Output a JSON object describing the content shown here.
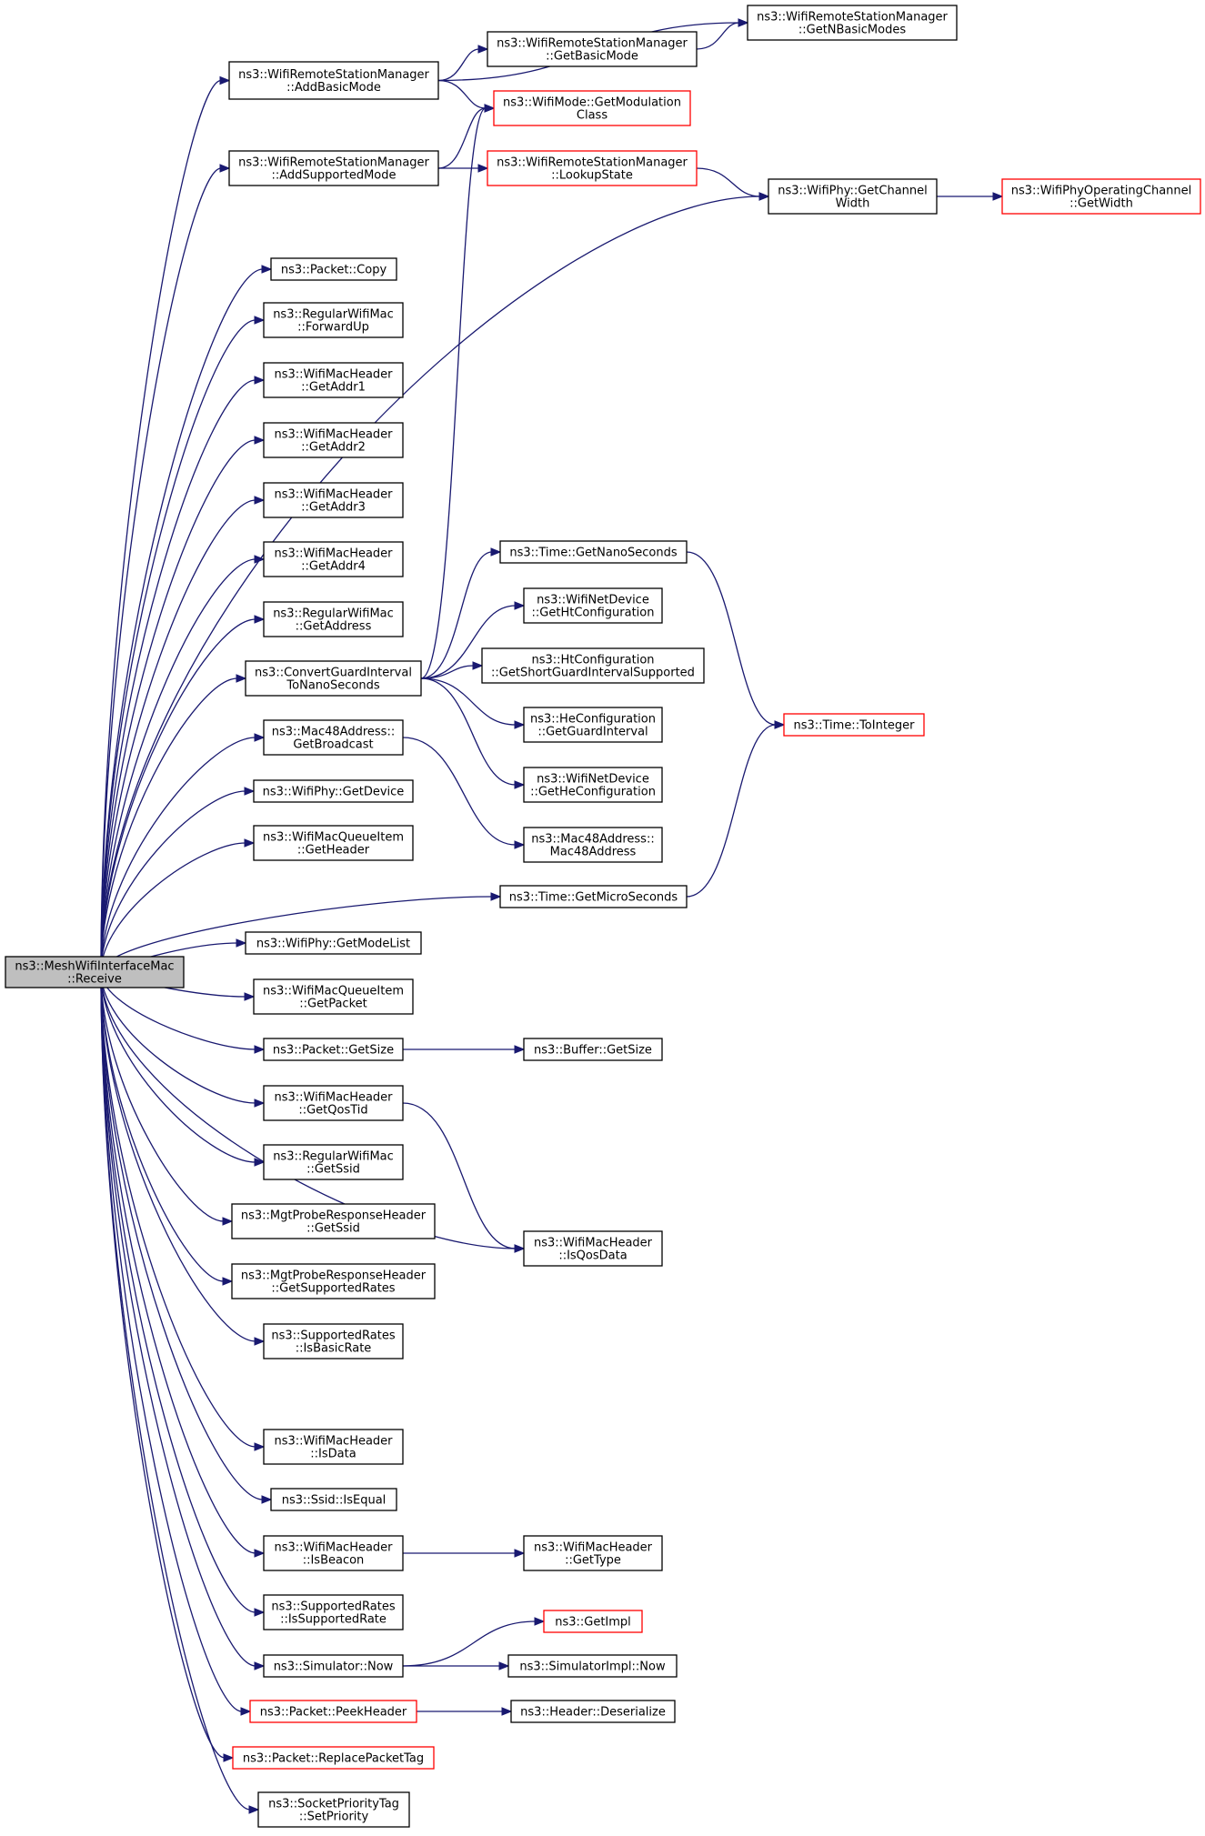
{
  "nodes": {
    "root": {
      "lines": [
        "ns3::MeshWifiInterfaceMac",
        "::Receive"
      ],
      "root": true
    },
    "addBasicMode": {
      "lines": [
        "ns3::WifiRemoteStationManager",
        "::AddBasicMode"
      ]
    },
    "addSupportedMode": {
      "lines": [
        "ns3::WifiRemoteStationManager",
        "::AddSupportedMode"
      ]
    },
    "getNBasicModes": {
      "lines": [
        "ns3::WifiRemoteStationManager",
        "::GetNBasicModes"
      ]
    },
    "getBasicMode": {
      "lines": [
        "ns3::WifiRemoteStationManager",
        "::GetBasicMode"
      ]
    },
    "getModulationClass": {
      "lines": [
        "ns3::WifiMode::GetModulation",
        "Class"
      ],
      "truncated": true
    },
    "lookupState": {
      "lines": [
        "ns3::WifiRemoteStationManager",
        "::LookupState"
      ],
      "truncated": true
    },
    "getChannelWidth": {
      "lines": [
        "ns3::WifiPhy::GetChannel",
        "Width"
      ]
    },
    "opChannelGetWidth": {
      "lines": [
        "ns3::WifiPhyOperatingChannel",
        "::GetWidth"
      ],
      "truncated": true
    },
    "packetCopy": {
      "lines": [
        "ns3::Packet::Copy"
      ]
    },
    "forwardUp": {
      "lines": [
        "ns3::RegularWifiMac",
        "::ForwardUp"
      ]
    },
    "getAddr1": {
      "lines": [
        "ns3::WifiMacHeader",
        "::GetAddr1"
      ]
    },
    "getAddr2": {
      "lines": [
        "ns3::WifiMacHeader",
        "::GetAddr2"
      ]
    },
    "getAddr3": {
      "lines": [
        "ns3::WifiMacHeader",
        "::GetAddr3"
      ]
    },
    "getAddr4": {
      "lines": [
        "ns3::WifiMacHeader",
        "::GetAddr4"
      ]
    },
    "getAddress": {
      "lines": [
        "ns3::RegularWifiMac",
        "::GetAddress"
      ]
    },
    "convertGuard": {
      "lines": [
        "ns3::ConvertGuardInterval",
        "ToNanoSeconds"
      ]
    },
    "getNanoSeconds": {
      "lines": [
        "ns3::Time::GetNanoSeconds"
      ]
    },
    "getHtConfiguration": {
      "lines": [
        "ns3::WifiNetDevice",
        "::GetHtConfiguration"
      ]
    },
    "getShortGuard": {
      "lines": [
        "ns3::HtConfiguration",
        "::GetShortGuardIntervalSupported"
      ]
    },
    "getGuardInterval": {
      "lines": [
        "ns3::HeConfiguration",
        "::GetGuardInterval"
      ]
    },
    "getHeConfiguration": {
      "lines": [
        "ns3::WifiNetDevice",
        "::GetHeConfiguration"
      ]
    },
    "toInteger": {
      "lines": [
        "ns3::Time::ToInteger"
      ],
      "truncated": true
    },
    "getBroadcast": {
      "lines": [
        "ns3::Mac48Address::",
        "GetBroadcast"
      ]
    },
    "mac48Address": {
      "lines": [
        "ns3::Mac48Address::",
        "Mac48Address"
      ]
    },
    "getDevice": {
      "lines": [
        "ns3::WifiPhy::GetDevice"
      ]
    },
    "queueItemGetHeader": {
      "lines": [
        "ns3::WifiMacQueueItem",
        "::GetHeader"
      ]
    },
    "getMicroSeconds": {
      "lines": [
        "ns3::Time::GetMicroSeconds"
      ]
    },
    "getModeList": {
      "lines": [
        "ns3::WifiPhy::GetModeList"
      ]
    },
    "queueItemGetPacket": {
      "lines": [
        "ns3::WifiMacQueueItem",
        "::GetPacket"
      ]
    },
    "packetGetSize": {
      "lines": [
        "ns3::Packet::GetSize"
      ]
    },
    "bufferGetSize": {
      "lines": [
        "ns3::Buffer::GetSize"
      ]
    },
    "getQosTid": {
      "lines": [
        "ns3::WifiMacHeader",
        "::GetQosTid"
      ]
    },
    "regularGetSsid": {
      "lines": [
        "ns3::RegularWifiMac",
        "::GetSsid"
      ]
    },
    "probeGetSsid": {
      "lines": [
        "ns3::MgtProbeResponseHeader",
        "::GetSsid"
      ]
    },
    "probeGetSupportedRates": {
      "lines": [
        "ns3::MgtProbeResponseHeader",
        "::GetSupportedRates"
      ]
    },
    "isQosData": {
      "lines": [
        "ns3::WifiMacHeader",
        "::IsQosData"
      ]
    },
    "isBasicRate": {
      "lines": [
        "ns3::SupportedRates",
        "::IsBasicRate"
      ]
    },
    "isData": {
      "lines": [
        "ns3::WifiMacHeader",
        "::IsData"
      ]
    },
    "ssidIsEqual": {
      "lines": [
        "ns3::Ssid::IsEqual"
      ]
    },
    "isBeacon": {
      "lines": [
        "ns3::WifiMacHeader",
        "::IsBeacon"
      ]
    },
    "getType": {
      "lines": [
        "ns3::WifiMacHeader",
        "::GetType"
      ]
    },
    "isSupportedRate": {
      "lines": [
        "ns3::SupportedRates",
        "::IsSupportedRate"
      ]
    },
    "simulatorNow": {
      "lines": [
        "ns3::Simulator::Now"
      ]
    },
    "getImpl": {
      "lines": [
        "ns3::GetImpl"
      ],
      "truncated": true
    },
    "simulatorImplNow": {
      "lines": [
        "ns3::SimulatorImpl::Now"
      ]
    },
    "peekHeader": {
      "lines": [
        "ns3::Packet::PeekHeader"
      ],
      "truncated": true
    },
    "headerDeserialize": {
      "lines": [
        "ns3::Header::Deserialize"
      ]
    },
    "replacePacketTag": {
      "lines": [
        "ns3::Packet::ReplacePacketTag"
      ],
      "truncated": true
    },
    "setPriority": {
      "lines": [
        "ns3::SocketPriorityTag",
        "::SetPriority"
      ]
    }
  },
  "edges": [
    [
      "root",
      "addBasicMode"
    ],
    [
      "root",
      "addSupportedMode"
    ],
    [
      "root",
      "getChannelWidth"
    ],
    [
      "root",
      "packetCopy"
    ],
    [
      "root",
      "forwardUp"
    ],
    [
      "root",
      "getAddr1"
    ],
    [
      "root",
      "getAddr2"
    ],
    [
      "root",
      "getAddr3"
    ],
    [
      "root",
      "getAddr4"
    ],
    [
      "root",
      "getAddress"
    ],
    [
      "root",
      "convertGuard"
    ],
    [
      "root",
      "getBroadcast"
    ],
    [
      "root",
      "getDevice"
    ],
    [
      "root",
      "queueItemGetHeader"
    ],
    [
      "root",
      "getMicroSeconds"
    ],
    [
      "root",
      "getModeList"
    ],
    [
      "root",
      "queueItemGetPacket"
    ],
    [
      "root",
      "packetGetSize"
    ],
    [
      "root",
      "getQosTid"
    ],
    [
      "root",
      "regularGetSsid"
    ],
    [
      "root",
      "probeGetSsid"
    ],
    [
      "root",
      "probeGetSupportedRates"
    ],
    [
      "root",
      "isBasicRate"
    ],
    [
      "root",
      "isQosData"
    ],
    [
      "root",
      "isData"
    ],
    [
      "root",
      "ssidIsEqual"
    ],
    [
      "root",
      "isBeacon"
    ],
    [
      "root",
      "isSupportedRate"
    ],
    [
      "root",
      "simulatorNow"
    ],
    [
      "root",
      "peekHeader"
    ],
    [
      "root",
      "replacePacketTag"
    ],
    [
      "root",
      "setPriority"
    ],
    [
      "addBasicMode",
      "getNBasicModes"
    ],
    [
      "addBasicMode",
      "getBasicMode"
    ],
    [
      "addBasicMode",
      "getModulationClass"
    ],
    [
      "getBasicMode",
      "getNBasicModes"
    ],
    [
      "addSupportedMode",
      "getModulationClass"
    ],
    [
      "addSupportedMode",
      "lookupState"
    ],
    [
      "lookupState",
      "getChannelWidth"
    ],
    [
      "getChannelWidth",
      "opChannelGetWidth"
    ],
    [
      "convertGuard",
      "getModulationClass"
    ],
    [
      "convertGuard",
      "getNanoSeconds"
    ],
    [
      "convertGuard",
      "getHtConfiguration"
    ],
    [
      "convertGuard",
      "getShortGuard"
    ],
    [
      "convertGuard",
      "getGuardInterval"
    ],
    [
      "convertGuard",
      "getHeConfiguration"
    ],
    [
      "getNanoSeconds",
      "toInteger"
    ],
    [
      "getMicroSeconds",
      "toInteger"
    ],
    [
      "getBroadcast",
      "mac48Address"
    ],
    [
      "packetGetSize",
      "bufferGetSize"
    ],
    [
      "getQosTid",
      "isQosData"
    ],
    [
      "isBeacon",
      "getType"
    ],
    [
      "simulatorNow",
      "getImpl"
    ],
    [
      "simulatorNow",
      "simulatorImplNow"
    ],
    [
      "peekHeader",
      "headerDeserialize"
    ]
  ]
}
